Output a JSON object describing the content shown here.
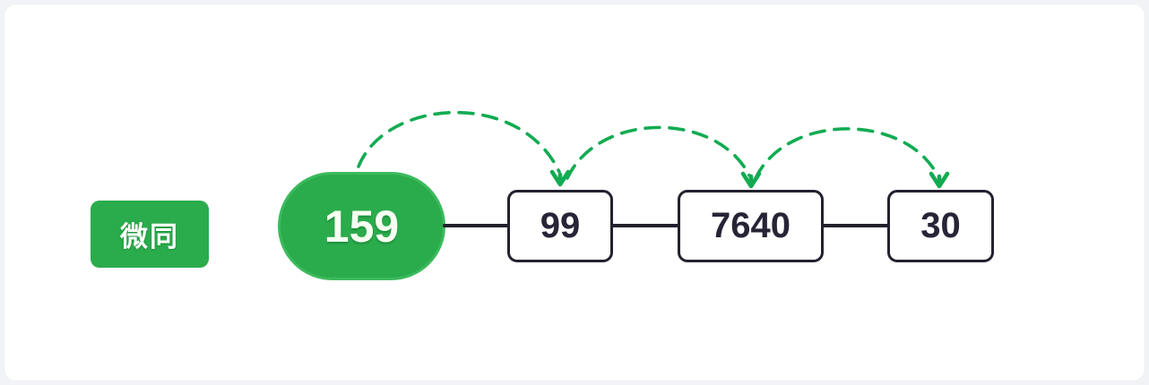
{
  "diagram": {
    "description": "linked-list style chain with dashed jump arrows",
    "watermark": {
      "text": "微同"
    },
    "nodes": [
      {
        "value": "159",
        "type": "pill-head"
      },
      {
        "value": "99",
        "type": "box"
      },
      {
        "value": "7640",
        "type": "box"
      },
      {
        "value": "30",
        "type": "box"
      }
    ],
    "solid_links": [
      {
        "from": "159",
        "to": "99"
      },
      {
        "from": "99",
        "to": "7640"
      },
      {
        "from": "7640",
        "to": "30"
      }
    ],
    "dashed_jumps": [
      {
        "from": "159",
        "to": "99"
      },
      {
        "from": "99",
        "to": "7640"
      },
      {
        "from": "7640",
        "to": "30"
      }
    ]
  },
  "colors": {
    "green": "#2aac4c",
    "green_border": "#3cba5d",
    "arrow_green": "#12ab52",
    "dark": "#23212f",
    "text_dark": "#272436",
    "page_bg": "#f2f3f6",
    "panel_bg": "#ffffff"
  }
}
